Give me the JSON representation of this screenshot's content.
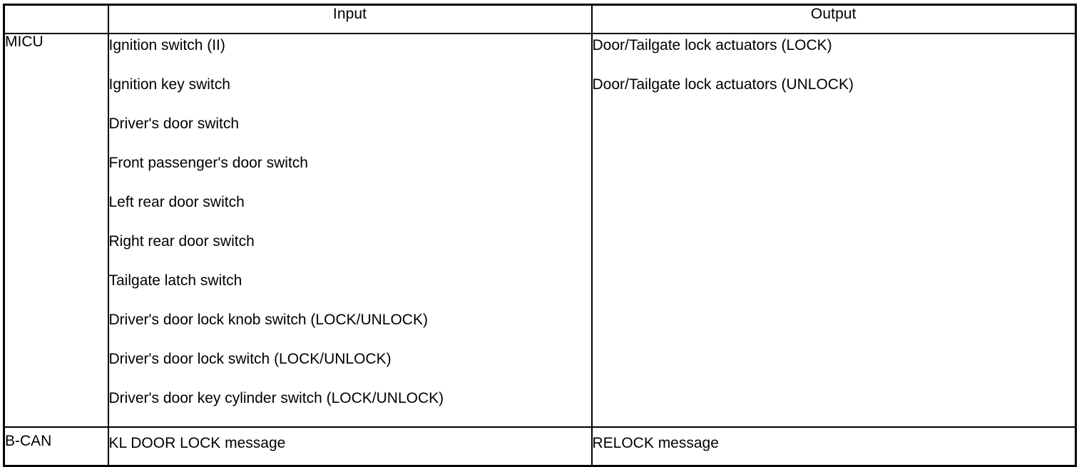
{
  "document": {
    "kind": "input-output-table",
    "background_color": "#ffffff",
    "text_color": "#000000",
    "border_color": "#000000"
  },
  "table": {
    "headers": {
      "unit": "",
      "input": "Input",
      "output": "Output"
    },
    "rows": [
      {
        "unit": "MICU",
        "inputs": [
          "Ignition switch (II)",
          "Ignition key switch",
          "Driver's door switch",
          "Front passenger's door switch",
          "Left rear door switch",
          "Right rear door switch",
          "Tailgate latch switch",
          "Driver's door lock knob switch (LOCK/UNLOCK)",
          "Driver's door lock switch (LOCK/UNLOCK)",
          "Driver's door key cylinder switch (LOCK/UNLOCK)"
        ],
        "outputs": [
          "Door/Tailgate lock actuators (LOCK)",
          "Door/Tailgate lock actuators (UNLOCK)"
        ]
      },
      {
        "unit": "B-CAN",
        "inputs": [
          "KL DOOR LOCK message"
        ],
        "outputs": [
          "RELOCK message"
        ]
      }
    ]
  }
}
